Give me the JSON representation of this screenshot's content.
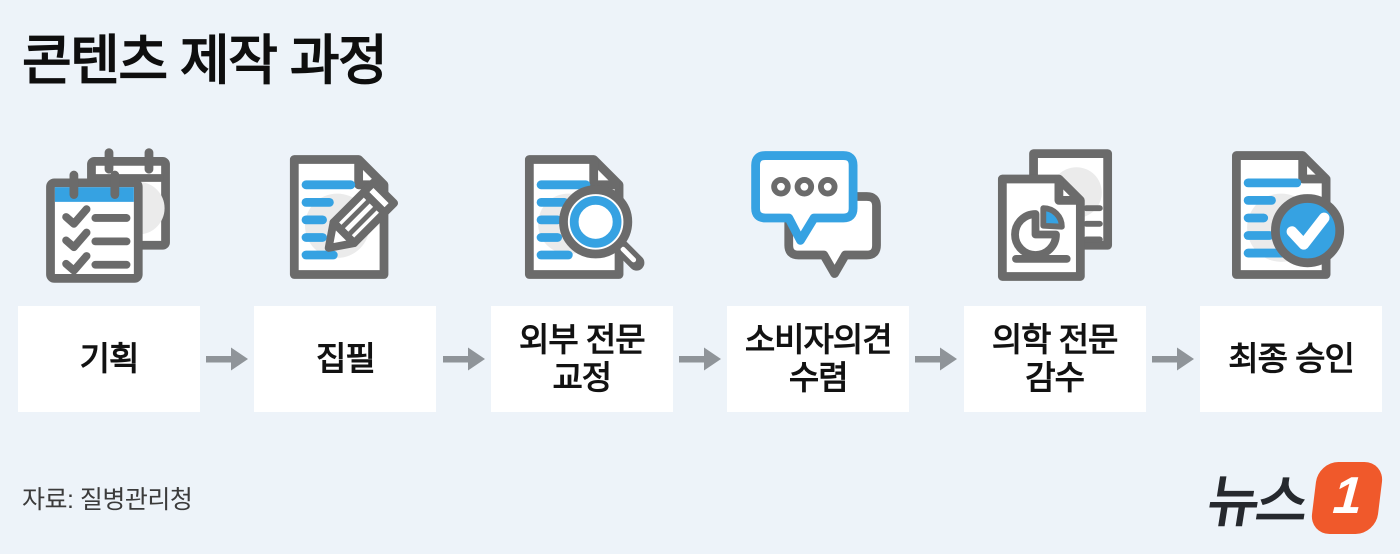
{
  "title": "콘텐츠 제작 과정",
  "steps": [
    {
      "label": "기획",
      "icon": "planning-checklist"
    },
    {
      "label": "집필",
      "icon": "writing-pencil"
    },
    {
      "label": "외부 전문\n교정",
      "icon": "document-magnifier"
    },
    {
      "label": "소비자의견\n수렴",
      "icon": "speech-bubbles"
    },
    {
      "label": "의학 전문\n감수",
      "icon": "report-pie-chart"
    },
    {
      "label": "최종 승인",
      "icon": "document-checkmark"
    }
  ],
  "source": "자료: 질병관리청",
  "logo": {
    "text": "뉴스",
    "number": "1"
  },
  "colors": {
    "background": "#edf3f9",
    "box_white": "#ffffff",
    "text_black": "#121212",
    "icon_gray": "#6b6b6b",
    "icon_blue": "#36a2e2",
    "icon_blob_gray": "#ebebeb",
    "arrow_gray": "#8f9499",
    "logo_orange": "#f0592b",
    "logo_text_dark": "#26292e"
  }
}
